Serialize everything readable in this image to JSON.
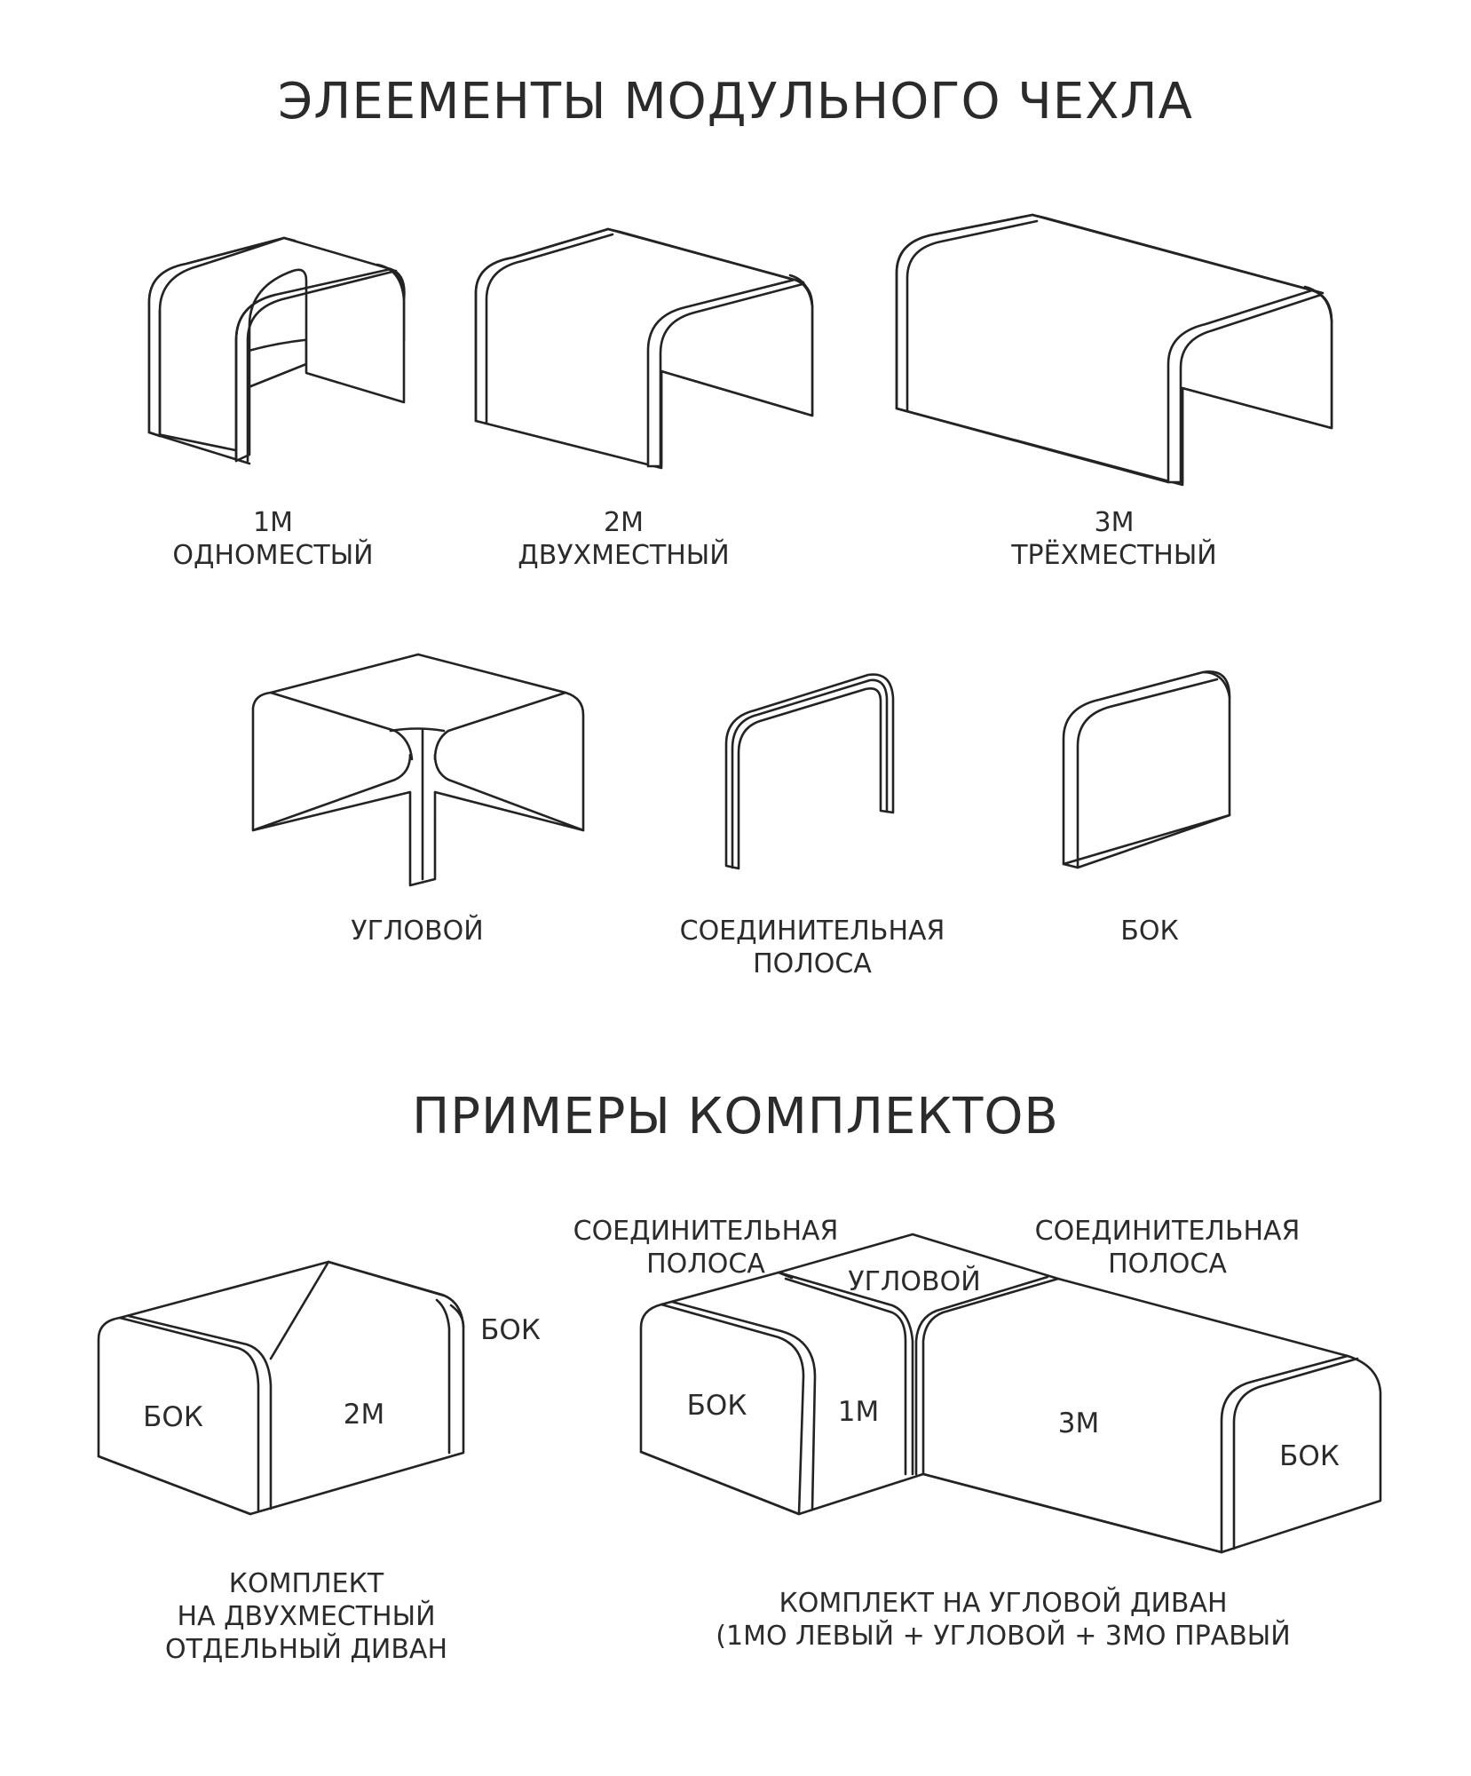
{
  "heading_elements": "ЭЛЕЕМЕНТЫ МОДУЛЬНОГО ЧЕХЛА",
  "elements": {
    "m1": {
      "line1": "1М",
      "line2": "ОДНОМЕСТЫЙ"
    },
    "m2": {
      "line1": "2М",
      "line2": "ДВУХМЕСТНЫЙ"
    },
    "m3": {
      "line1": "3М",
      "line2": "ТРЁХМЕСТНЫЙ"
    },
    "corner": "УГЛОВОЙ",
    "strip": {
      "line1": "СОЕДИНИТЕЛЬНАЯ",
      "line2": "ПОЛОСА"
    },
    "side": "БОК"
  },
  "heading_examples": "ПРИМЕРЫ КОМПЛЕКТОВ",
  "set_two_seat": {
    "left_side": "БОК",
    "body": "2М",
    "right_side": "БОК",
    "caption": {
      "line1": "КОМПЛЕКТ",
      "line2": "НА ДВУХМЕСТНЫЙ",
      "line3": "ОТДЕЛЬНЫЙ ДИВАН"
    }
  },
  "set_corner": {
    "strip_left": {
      "line1": "СОЕДИНИТЕЛЬНАЯ",
      "line2": "ПОЛОСА"
    },
    "strip_right": {
      "line1": "СОЕДИНИТЕЛЬНАЯ",
      "line2": "ПОЛОСА"
    },
    "corner": "УГЛОВОЙ",
    "left_side": "БОК",
    "module_1m": "1М",
    "module_3m": "3М",
    "right_side": "БОК",
    "caption": {
      "line1": "КОМПЛЕКТ НА УГЛОВОЙ ДИВАН",
      "line2": "(1МО ЛЕВЫЙ + УГЛОВОЙ + 3МО ПРАВЫЙ"
    }
  }
}
